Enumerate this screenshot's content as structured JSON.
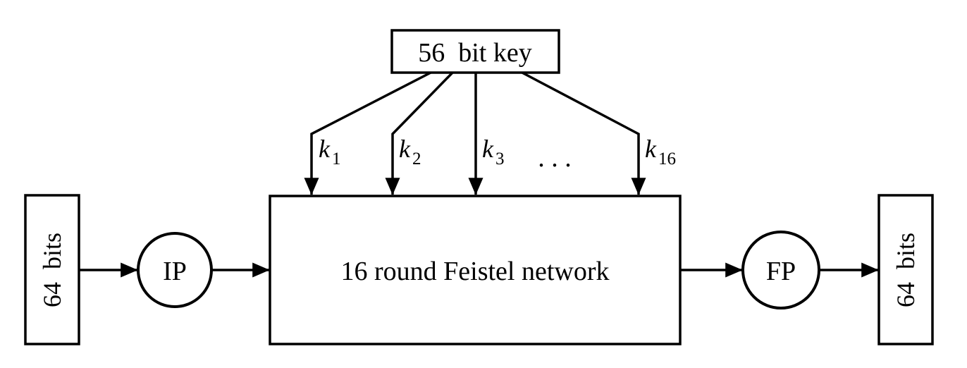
{
  "diagram": {
    "key_box": {
      "label": "56  bit key"
    },
    "subkeys": [
      {
        "base": "k",
        "sub": "1"
      },
      {
        "base": "k",
        "sub": "2"
      },
      {
        "base": "k",
        "sub": "3"
      },
      {
        "base": "k",
        "sub": "16"
      }
    ],
    "ellipsis": ". . .",
    "feistel_box": {
      "label": "16 round Feistel network"
    },
    "ip_node": {
      "label": "IP"
    },
    "fp_node": {
      "label": "FP"
    },
    "input_box": {
      "label": "64  bits"
    },
    "output_box": {
      "label": "64  bits"
    },
    "colors": {
      "stroke": "#000000",
      "feistel_fill": "#e5e5e5",
      "box_fill": "#ffffff",
      "background": "#ffffff"
    }
  }
}
